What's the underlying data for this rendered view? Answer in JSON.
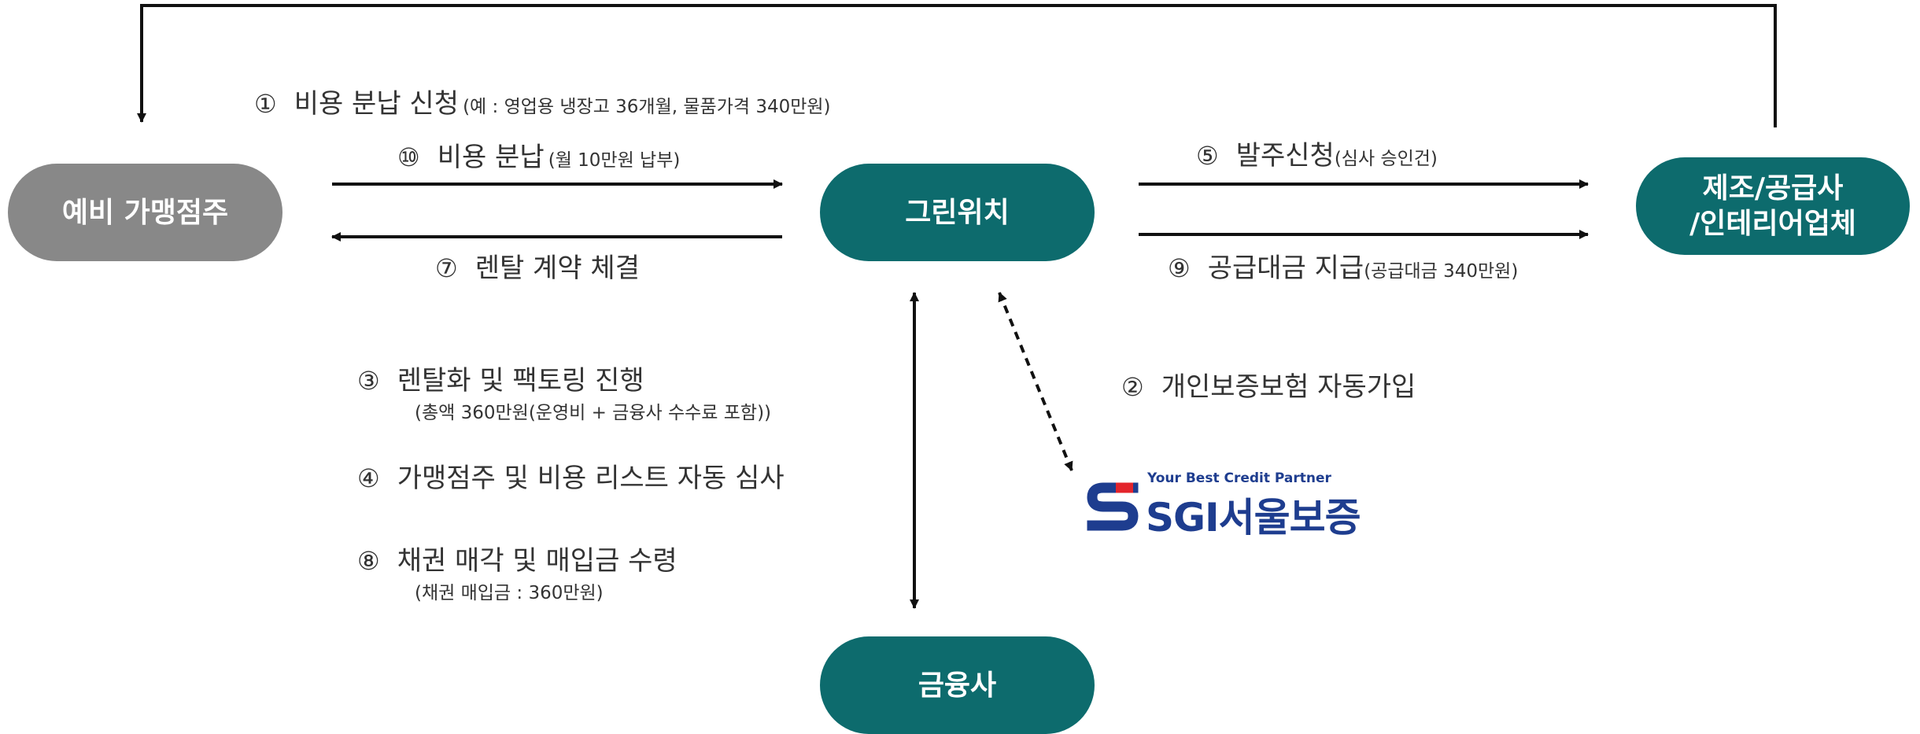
{
  "nodes": {
    "prospective_franchisee": "예비 가맹점주",
    "greenwitch": "그린위치",
    "supplier_line1": "제조/공급사",
    "supplier_line2": "/인테리어업체",
    "financial_company": "금융사"
  },
  "steps": {
    "s1": {
      "num": "①",
      "text": "비용 분납 신청",
      "sub": "(예 : 영업용 냉장고 36개월, 물품가격 340만원)"
    },
    "s10": {
      "num": "⑩",
      "text": "비용 분납",
      "sub": "(월 10만원 납부)"
    },
    "s7": {
      "num": "⑦",
      "text": "렌탈 계약 체결"
    },
    "s5": {
      "num": "⑤",
      "text": "발주신청",
      "sub": "(심사 승인건)"
    },
    "s9": {
      "num": "⑨",
      "text": "공급대금 지급",
      "sub": "(공급대금 340만원)"
    },
    "s3": {
      "num": "③",
      "text": "렌탈화 및 팩토링 진행",
      "sub": "(총액 360만원(운영비 + 금융사 수수료 포함))"
    },
    "s4": {
      "num": "④",
      "text": "가맹점주 및 비용 리스트 자동 심사"
    },
    "s8": {
      "num": "⑧",
      "text": "채권 매각 및 매입금 수령",
      "sub": "(채권 매입금 : 360만원)"
    },
    "s2": {
      "num": "②",
      "text": "개인보증보험 자동가입"
    }
  },
  "logo": {
    "tagline": "Your Best Credit Partner",
    "name": "SGI서울보증",
    "icon": "sgi-s-icon"
  },
  "colors": {
    "teal": "#0d6b6d",
    "grey": "#888888",
    "logo_blue": "#1e3d8f",
    "logo_red": "#e3242b"
  }
}
